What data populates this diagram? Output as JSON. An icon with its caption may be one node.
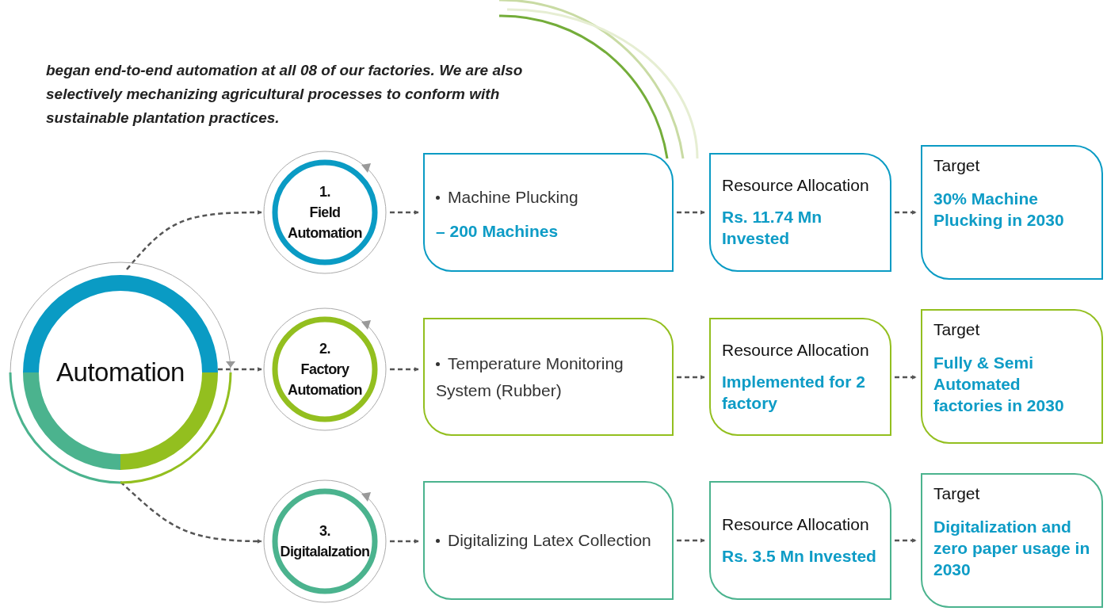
{
  "diagram": {
    "nodes": [
      {
        "text": [
          "Automation"
        ]
      },
      {
        "text": [
          "1.",
          "Field Automation"
        ]
      },
      {
        "text": [
          "Machine Plucking",
          "– 200 Machines"
        ]
      },
      {
        "text": [
          "Resource Allocation",
          "Rs. 11.74 Mn Invested"
        ]
      },
      {
        "text": [
          "Target",
          "30% Machine Plucking in 2030"
        ]
      },
      {
        "text": [
          "2.",
          "Factory Automation"
        ]
      },
      {
        "text": [
          "Temperature Monitoring System (Rubber)"
        ]
      },
      {
        "text": [
          "Resource Allocation",
          "Implemented for 2 factory"
        ]
      },
      {
        "text": [
          "Target",
          "Fully & Semi Automated factories in 2030"
        ]
      },
      {
        "text": [
          "3.",
          "Digitalalzation"
        ]
      },
      {
        "text": [
          "Digitalizing Latex Collection"
        ]
      },
      {
        "text": [
          "Resource Allocation",
          "Rs. 3.5 Mn Invested"
        ]
      },
      {
        "text": [
          "Target",
          "Digitalization and zero paper usage in 2030"
        ]
      }
    ],
    "edges": [
      {
        "from": 0,
        "to": 1,
        "arrow": "to",
        "style": "dashed"
      },
      {
        "from": 0,
        "to": 5,
        "arrow": "to",
        "style": "dashed"
      },
      {
        "from": 0,
        "to": 9,
        "arrow": "to",
        "style": "dashed"
      },
      {
        "from": 1,
        "to": 2,
        "arrow": "to",
        "style": "dashed"
      },
      {
        "from": 2,
        "to": 3,
        "arrow": "to",
        "style": "dashed"
      },
      {
        "from": 3,
        "to": 4,
        "arrow": "to",
        "style": "dashed"
      },
      {
        "from": 5,
        "to": 6,
        "arrow": "to",
        "style": "dashed"
      },
      {
        "from": 6,
        "to": 7,
        "arrow": "to",
        "style": "dashed"
      },
      {
        "from": 7,
        "to": 8,
        "arrow": "to",
        "style": "dashed"
      },
      {
        "from": 9,
        "to": 10,
        "arrow": "to",
        "style": "dashed"
      },
      {
        "from": 10,
        "to": 11,
        "arrow": "to",
        "style": "dashed"
      },
      {
        "from": 11,
        "to": 12,
        "arrow": "to",
        "style": "dashed"
      }
    ],
    "labels": [
      "began end-to-end automation at all 08 of our factories. We are also selectively mechanizing agricultural processes to conform with sustainable plantation practices."
    ]
  }
}
